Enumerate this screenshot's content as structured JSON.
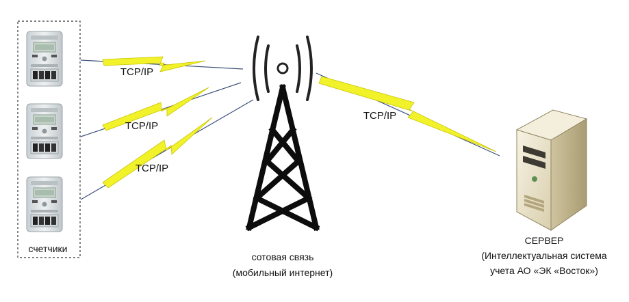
{
  "meters": {
    "caption": "счетчики",
    "count": 3,
    "icon": "electric-meter-icon"
  },
  "links": [
    {
      "protocol": "TCP/IP",
      "from": "meter-1",
      "to": "tower"
    },
    {
      "protocol": "TCP/IP",
      "from": "meter-2",
      "to": "tower"
    },
    {
      "protocol": "TCP/IP",
      "from": "meter-3",
      "to": "tower"
    },
    {
      "protocol": "TCP/IP",
      "from": "tower",
      "to": "server"
    }
  ],
  "tower": {
    "icon": "cell-tower-icon",
    "caption_line1": "сотовая связь",
    "caption_line2": "(мобильный интернет)"
  },
  "server": {
    "icon": "server-icon",
    "title": "СЕРВЕР",
    "subtitle_line1": "(Интеллектуальная система",
    "subtitle_line2": "учета АО «ЭК «Восток»)"
  },
  "colors": {
    "line": "#3a4f7a",
    "bolt": "#f2f22a",
    "bolt_stroke": "#c9c400",
    "meter_body": "#dfe4e6",
    "server_body": "#efe8d2"
  }
}
